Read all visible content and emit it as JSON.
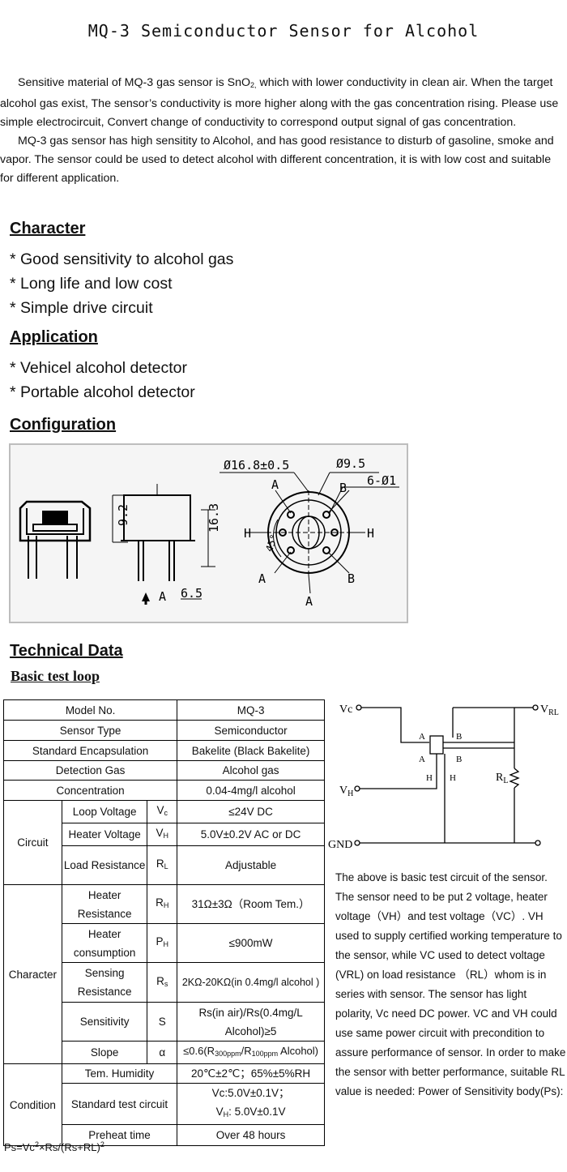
{
  "title": "MQ-3   Semiconductor Sensor for Alcohol",
  "intro": {
    "p1_a": "Sensitive material of MQ-3 gas sensor is SnO",
    "p1_sub": "2,",
    "p1_b": " which with lower conductivity in clean air. When the target alcohol gas exist, The sensor’s conductivity is more higher along with the gas concentration rising. Please use simple electrocircuit, Convert change of conductivity to correspond output signal of gas concentration.",
    "p2": "MQ-3 gas sensor has high sensitity to Alcohol, and has good resistance to disturb of gasoline, smoke and vapor. The sensor could be used to detect alcohol with different concentration, it is with low cost and suitable for different application."
  },
  "character": {
    "heading": "Character",
    "items": [
      "* Good sensitivity to alcohol gas",
      "* Long life and low cost",
      "* Simple drive circuit"
    ]
  },
  "application": {
    "heading": "Application",
    "items": [
      "* Vehicel alcohol detector",
      "* Portable alcohol detector"
    ]
  },
  "configuration": {
    "heading": "Configuration",
    "labels": {
      "dim_92": "9.2",
      "dim_163": "16.3",
      "dim_65": "6.5",
      "arrow_a": "A",
      "dia_168": "Ø16.8±0.5",
      "dia_95": "Ø9.5",
      "pins": "6-Ø1",
      "pin_a": "A",
      "pin_b": "B",
      "pin_h": "H",
      "angle_45": "45°"
    }
  },
  "technical": {
    "heading": "Technical Data",
    "subheading": "Basic test loop"
  },
  "spec_table": {
    "model_label": "Model No.",
    "model_value": "MQ-3",
    "type_label": "Sensor Type",
    "type_value": "Semiconductor",
    "encap_label": "Standard Encapsulation",
    "encap_value": "Bakelite (Black Bakelite)",
    "gas_label": "Detection Gas",
    "gas_value": "Alcohol gas",
    "conc_label": "Concentration",
    "conc_value": "0.04-4mg/l alcohol",
    "circuit_group": "Circuit",
    "loop_label": "Loop Voltage",
    "loop_sym": "V",
    "loop_sub": "c",
    "loop_value": "≤24V   DC",
    "heater_v_label": "Heater Voltage",
    "heater_v_sym": "V",
    "heater_v_sub": "H",
    "heater_v_value": "5.0V±0.2V AC or DC",
    "load_label": "Load Resistance",
    "load_sym": "R",
    "load_sub": "L",
    "load_value": "Adjustable",
    "character_group": "Character",
    "heater_r_label": "Heater Resistance",
    "heater_r_sym": "R",
    "heater_r_sub": "H",
    "heater_r_value": "31Ω±3Ω（Room Tem.）",
    "heater_c_label": "Heater consumption",
    "heater_c_sym": "P",
    "heater_c_sub": "H",
    "heater_c_value": "≤900mW",
    "sensing_label": "Sensing Resistance",
    "sensing_sym": "R",
    "sensing_sub": "s",
    "sensing_value": "2KΩ-20KΩ(in 0.4mg/l alcohol )",
    "sens_label": "Sensitivity",
    "sens_sym": "S",
    "sens_value": "Rs(in air)/Rs(0.4mg/L Alcohol)≥5",
    "slope_label": "Slope",
    "slope_sym": "α",
    "slope_v1": "≤0.6(R",
    "slope_s1": "300ppm",
    "slope_v2": "/R",
    "slope_s2": "100ppm",
    "slope_v3": " Alcohol)",
    "condition_group": "Condition",
    "temhum_label": "Tem.   Humidity",
    "temhum_value": "20℃±2℃；65%±5%RH",
    "stdc_label": "Standard test circuit",
    "stdc_v1": "Vc:5.0V±0.1V；",
    "stdc_v2a": "V",
    "stdc_v2sub": "H",
    "stdc_v2b": ": 5.0V±0.1V",
    "preheat_label": "Preheat time",
    "preheat_value": "Over 48 hours"
  },
  "circuit": {
    "vc": "Vc",
    "vh": "V",
    "vh_sub": "H",
    "vrl": "V",
    "vrl_sub": "RL",
    "gnd": "GND",
    "a": "A",
    "b": "B",
    "h": "H",
    "rl": "R",
    "rl_sub": "L"
  },
  "description": "The above is basic test circuit of the sensor. The sensor need to be put 2 voltage, heater voltage（VH）and test voltage（VC）. VH used to supply certified working temperature to the sensor, while VC used to detect voltage (VRL) on load resistance （RL）whom is in series with sensor. The sensor has light polarity, Vc need DC power. VC and VH could use same power circuit with precondition to assure performance of sensor. In order to make the sensor with better performance, suitable RL value is needed: Power of Sensitivity body(Ps):",
  "formula": {
    "a": "Ps=Vc",
    "sup1": "2",
    "b": "×Rs/(Rs+RL)",
    "sup2": "2"
  }
}
